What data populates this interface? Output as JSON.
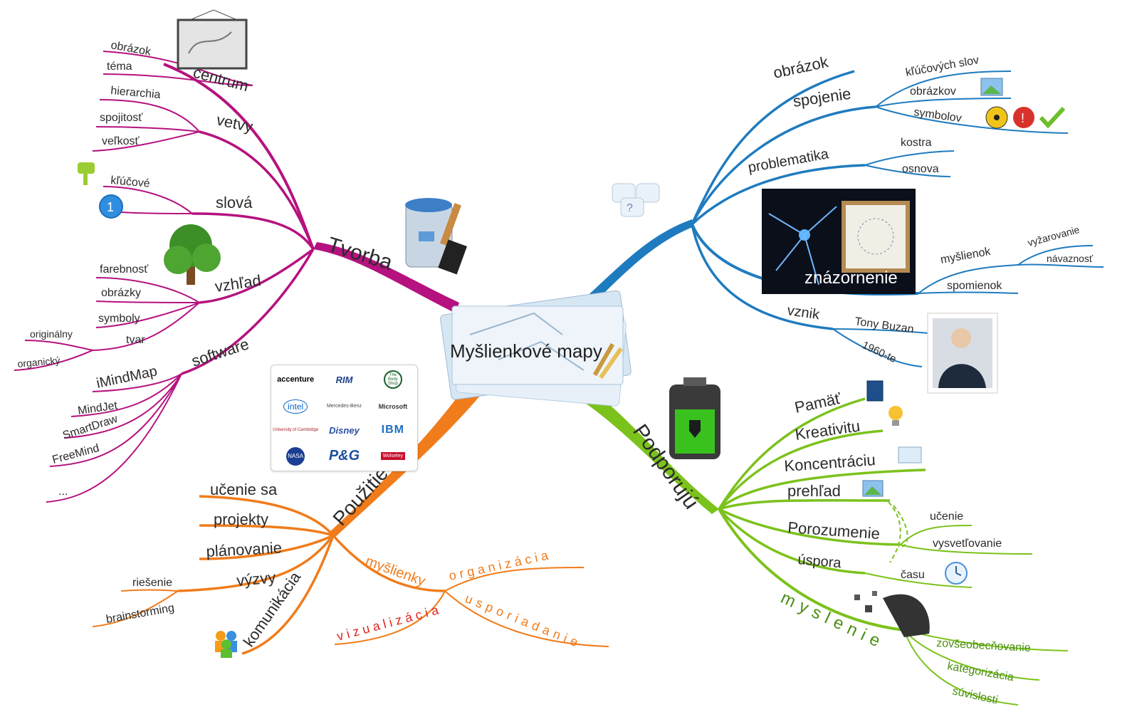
{
  "center": {
    "title": "Myšlienkové mapy"
  },
  "colors": {
    "tvorba": "#b5127f",
    "znazornenie": "#1f7bbf",
    "podporuju": "#7cc21c",
    "pouzitie": "#f07c1b",
    "text": "#2b2b2b"
  },
  "branches": {
    "tvorba": {
      "title": "Tvorba",
      "centrum": {
        "label": "centrum",
        "items": [
          "obrázok",
          "téma"
        ]
      },
      "vetvy": {
        "label": "vetvy",
        "items": [
          "hierarchia",
          "spojitosť",
          "veľkosť"
        ]
      },
      "slova": {
        "label": "slová",
        "items": [
          "kľúčové"
        ]
      },
      "vzhlad": {
        "label": "vzhľad",
        "items": [
          "farebnosť",
          "obrázky",
          "symboly",
          "tvar"
        ],
        "tvar_items": [
          "originálny",
          "organický"
        ]
      },
      "software": {
        "label": "software",
        "items": [
          "iMindMap",
          "MindJet",
          "SmartDraw",
          "FreeMind",
          "..."
        ]
      }
    },
    "znazornenie": {
      "obrazok": "obrázok",
      "spojenie": {
        "label": "spojenie",
        "items": [
          "kľúčových slov",
          "obrázkov",
          "symbolov"
        ]
      },
      "problematika": {
        "label": "problematika",
        "items": [
          "kostra",
          "osnova"
        ]
      },
      "title": "znázornenie",
      "myslienok": {
        "label": "myšlienok",
        "items": [
          "vyžarovanie",
          "návaznosť"
        ]
      },
      "spomienok": "spomienok",
      "vznik": {
        "label": "vznik",
        "items": [
          "Tony Buzan",
          "1960-te"
        ]
      }
    },
    "podporuju": {
      "title": "Podporujú",
      "items": [
        "Pamäť",
        "Kreativitu",
        "Koncentráciu",
        "prehľad"
      ],
      "porozumenie": {
        "label": "Porozumenie",
        "items": [
          "učenie",
          "vysvetľovanie"
        ]
      },
      "uspora": {
        "label": "úspora",
        "items": [
          "času"
        ]
      },
      "myslenie": {
        "label": "myslenie",
        "items": [
          "zovšeobecňovanie",
          "kategorizácia",
          "súvislosti"
        ]
      }
    },
    "pouzitie": {
      "title": "Použitie",
      "items": [
        "učenie sa",
        "projekty",
        "plánovanie"
      ],
      "vyzvy": {
        "label": "výzvy",
        "items": [
          "riešenie",
          "brainstorming"
        ]
      },
      "komunikacia": "komunikácia",
      "myslienky": {
        "label": "myšlienky",
        "items": [
          "organizácia",
          "usporiadanie",
          "vizualizácia"
        ]
      }
    }
  },
  "logos": [
    "accenture",
    "RIM",
    "The Body Shop",
    "intel",
    "Mercedes-Benz",
    "Microsoft",
    "University of Cambridge",
    "Disney",
    "IBM",
    "NASA",
    "P&G",
    "Wolseley"
  ],
  "icons": [
    "picture-frame-icon",
    "paint-bucket-icon",
    "key-icon",
    "number-one-icon",
    "tree-icon",
    "question-bubbles-icon",
    "image-icon",
    "radiation-icon",
    "exclamation-icon",
    "checkmark-icon",
    "neuron-photo-icon",
    "portrait-photo-icon",
    "battery-plug-icon",
    "mobile-phone-icon",
    "light-bulb-icon",
    "book-icon",
    "clock-icon",
    "people-icon",
    "dissolving-head-icon"
  ]
}
